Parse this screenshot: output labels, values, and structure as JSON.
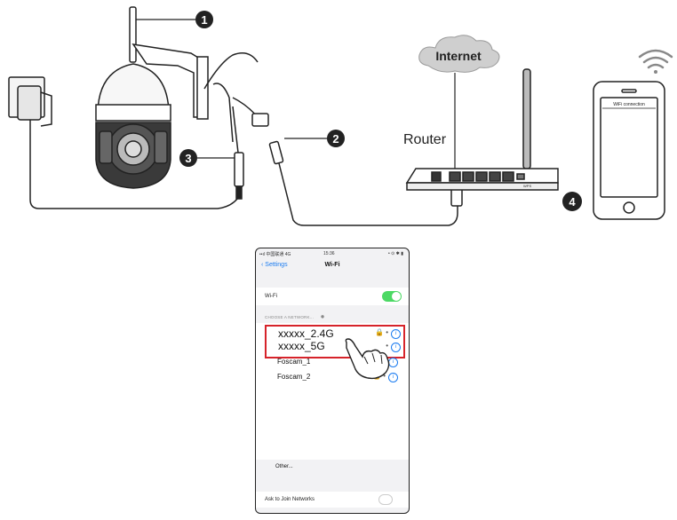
{
  "callouts": [
    "1",
    "2",
    "3",
    "4"
  ],
  "labels": {
    "internet": "Internet",
    "router": "Router",
    "phone_screen": "WiFi connection",
    "router_port": "WPS"
  },
  "phone": {
    "status": {
      "carrier": "••ıl 中国联通  4G",
      "time": "15:36",
      "right": "• ⊙ ✱ ▮"
    },
    "back_label": "‹ Settings",
    "title": "Wi-Fi",
    "wifi_label": "Wi-Fi",
    "choose_network": "CHOOSE A NETWORK...",
    "networks": [
      {
        "name": "xxxxx_2.4G"
      },
      {
        "name": "xxxxx_5G"
      },
      {
        "name": "Foscam_1"
      },
      {
        "name": "Foscam_2"
      }
    ],
    "other": "Other...",
    "ask_join": "Ask to Join Networks"
  },
  "colors": {
    "highlight": "#d6232a",
    "toggle_on": "#4cd964",
    "ios_blue": "#1b7cf0"
  }
}
